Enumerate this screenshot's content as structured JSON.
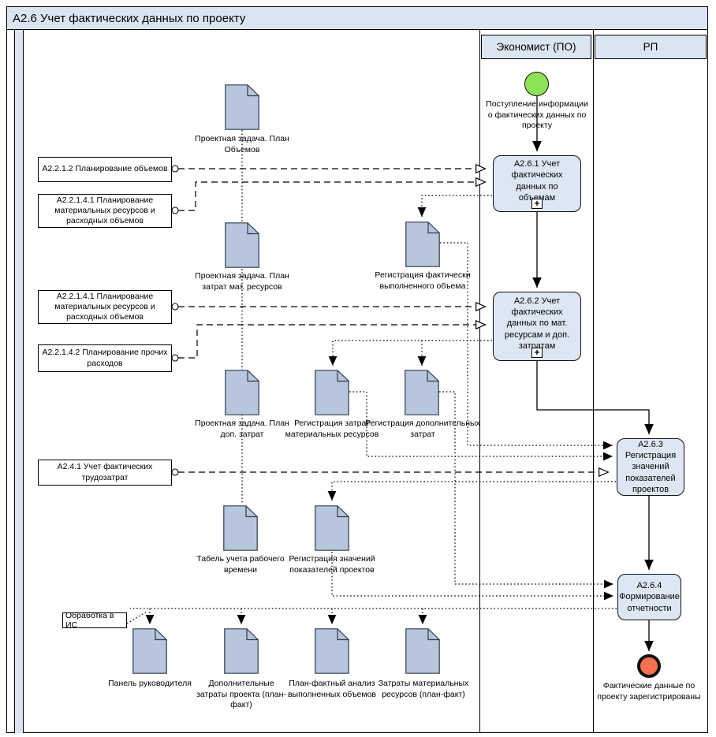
{
  "title": "A2.6 Учет фактических данных по проекту",
  "lanes": {
    "economist": "Экономист (ПО)",
    "rp": "РП"
  },
  "events": {
    "start_label": "Поступление информации о фактических данных по проекту",
    "end_label": "Фактические данные по проекту зарегистрированы"
  },
  "plus_marker": "+",
  "tasks": [
    {
      "label": "A2.6.1 Учет фактических данных по объемам",
      "subprocess": true
    },
    {
      "label": "A2.6.2 Учет фактических данных по мат. ресурсам и доп. затратам",
      "subprocess": true
    },
    {
      "label": "A2.6.3 Регистрация значений показателей проектов",
      "subprocess": false
    },
    {
      "label": "A2.6.4 Формирование отчетности",
      "subprocess": false
    }
  ],
  "references": [
    {
      "label": "A2.2.1.2 Планирование объемов"
    },
    {
      "label": "A2.2.1.4.1 Планирование материальных ресурсов и расходных объемов"
    },
    {
      "label": "A2.2.1.4.1 Планирование материальных ресурсов и расходных объемов"
    },
    {
      "label": "A2.2.1.4.2 Планирование прочих расходов"
    },
    {
      "label": "A2.4.1 Учет фактических трудозатрат"
    }
  ],
  "documents": [
    {
      "label": "Проектная задача. План Объемов"
    },
    {
      "label": "Проектная задача. План затрат мат. ресурсов"
    },
    {
      "label": "Регистрация фактически выполненного объема"
    },
    {
      "label": "Проектная задача. План доп. затрат"
    },
    {
      "label": "Регистрация затрат материальных ресурсов"
    },
    {
      "label": "Регистрация дополнительных затрат"
    },
    {
      "label": "Табель учета рабочего времени"
    },
    {
      "label": "Регистрация значений показателей проектов"
    },
    {
      "label": "Панель руководителя"
    },
    {
      "label": "Дополнительные затраты проекта (план-факт)"
    },
    {
      "label": "План-фактный анализ выполненных объемов"
    },
    {
      "label": "Затраты материальных ресурсов (план-факт)"
    }
  ],
  "annotation": {
    "label": "Обработка в ИС"
  },
  "colors": {
    "lane_fill": "#dbe5f1",
    "task_fill": "#dde7f3",
    "doc_fill": "#b7c6dd",
    "start_fill": "#8ee257",
    "end_fill": "#f8714e"
  }
}
